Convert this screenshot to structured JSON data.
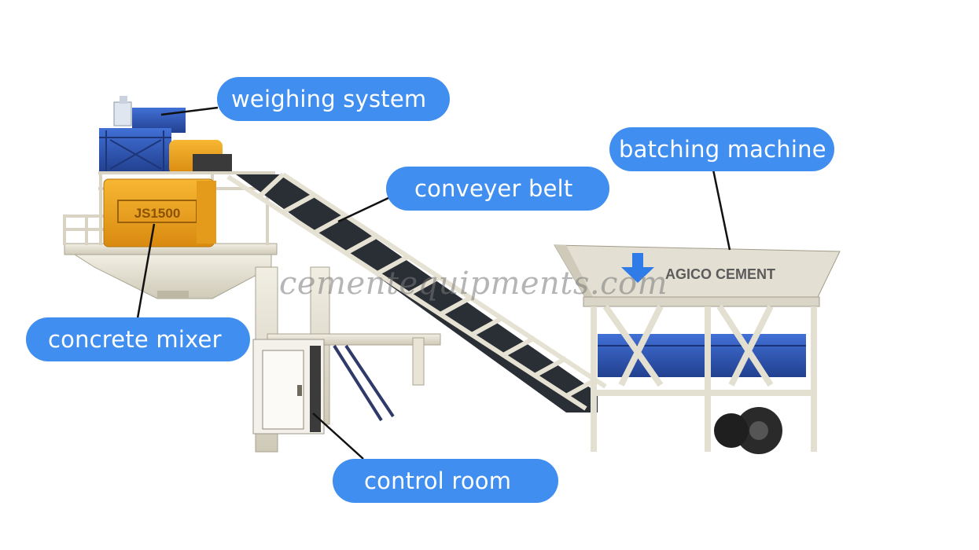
{
  "labels": {
    "weighing_system": "weighing system",
    "batching_machine": "batching machine",
    "conveyer_belt": "conveyer belt",
    "concrete_mixer": "concrete mixer",
    "control_room": "control room"
  },
  "machine_text": {
    "brand": "AGICO CEMENT",
    "mixer_model": "JS1500",
    "watermark": "cementequipments.com"
  },
  "colors": {
    "label_fill": "#3f8ef0",
    "label_text": "#ffffff",
    "frame": "#e9e5d6",
    "mixer": "#f2a41f",
    "blue_steel": "#2e55b8"
  }
}
